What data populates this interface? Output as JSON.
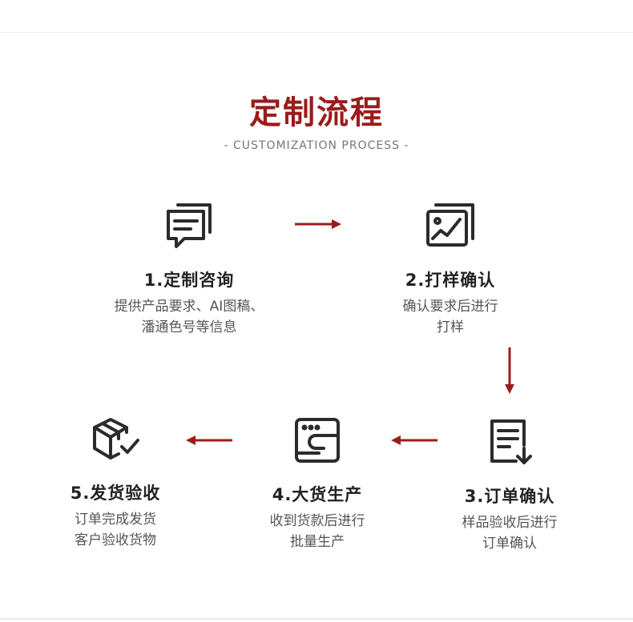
{
  "header": {
    "title": "定制流程",
    "subtitle": "-  CUSTOMIZATION PROCESS  -"
  },
  "colors": {
    "accent": "#9b1c1c",
    "icon": "#2b2b2b"
  },
  "steps": [
    {
      "icon": "chat-bubbles-icon",
      "name": "1.定制咨询",
      "desc_line1": "提供产品要求、AI图稿、",
      "desc_line2": "潘通色号等信息"
    },
    {
      "icon": "image-sample-icon",
      "name": "2.打样确认",
      "desc_line1": "确认要求后进行",
      "desc_line2": "打样"
    },
    {
      "icon": "document-download-icon",
      "name": "3.订单确认",
      "desc_line1": "样品验收后进行",
      "desc_line2": "订单确认"
    },
    {
      "icon": "sewing-machine-icon",
      "name": "4.大货生产",
      "desc_line1": "收到货款后进行",
      "desc_line2": "批量生产"
    },
    {
      "icon": "box-check-icon",
      "name": "5.发货验收",
      "desc_line1": "订单完成发货",
      "desc_line2": "客户验收货物"
    }
  ]
}
